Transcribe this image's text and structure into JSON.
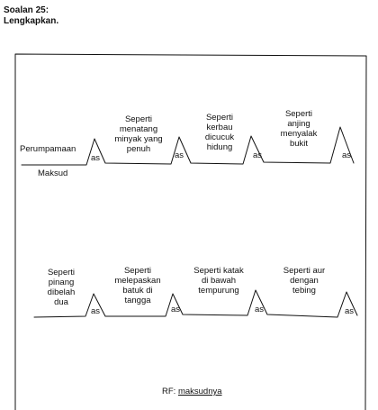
{
  "header": {
    "title": "Soalan 25:",
    "instruction": "Lengkapkan."
  },
  "row1": {
    "first_label": "Perumpamaan",
    "below_label": "Maksud",
    "items": [
      [
        "Seperti",
        "menatang",
        "minyak yang",
        "penuh"
      ],
      [
        "Seperti",
        "kerbau",
        "dicucuk",
        "hidung"
      ],
      [
        "Seperti",
        "anjing",
        "menyalak",
        "bukit"
      ]
    ]
  },
  "row2": {
    "items": [
      [
        "Seperti",
        "pinang",
        "dibelah",
        "dua"
      ],
      [
        "Seperti",
        "melepaskan",
        "batuk di",
        "tangga"
      ],
      [
        "Seperti katak",
        "di bawah",
        "tempurung"
      ],
      [
        "Seperti aur",
        "dengan",
        "tebing"
      ]
    ]
  },
  "connector_label": "as",
  "footer": {
    "prefix": "RF:",
    "answer": "maksudnya"
  }
}
